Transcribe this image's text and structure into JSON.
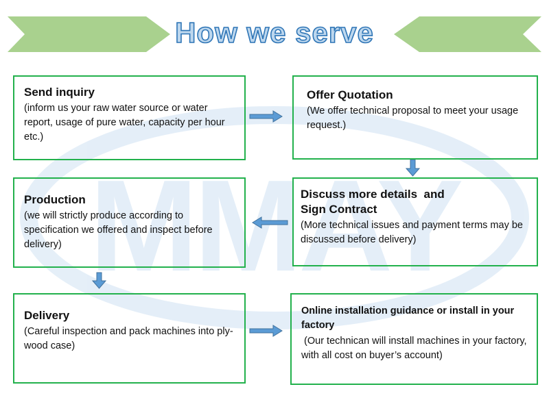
{
  "title": "How we serve",
  "watermark": "MMAY",
  "colors": {
    "banner": "#a9d18e",
    "box_border": "#22b14c",
    "arrow_fill": "#5b9bd5",
    "arrow_stroke": "#41719c",
    "title_fill": "#bdd7ee",
    "title_stroke": "#2e75b6"
  },
  "steps": [
    {
      "title": "Send inquiry",
      "desc": "(inform us your raw water source or water report, usage of pure water, capacity per hour etc.)"
    },
    {
      "title": "Offer Quotation",
      "desc": "(We offer technical proposal to meet your usage request.)"
    },
    {
      "title_line1": "Discuss more details  and",
      "title_line2": "Sign Contract",
      "desc": "(More technical issues and payment terms may be discussed before delivery)"
    },
    {
      "title": "Production",
      "desc": "(we will strictly produce according to specification we offered and inspect before delivery)"
    },
    {
      "title": "Delivery",
      "desc": "(Careful inspection and pack machines into ply-wood case)"
    },
    {
      "title": "Online installation guidance or install in your factory",
      "desc": " (Our technican will install machines in your factory, with all cost on buyer’s account)"
    }
  ]
}
